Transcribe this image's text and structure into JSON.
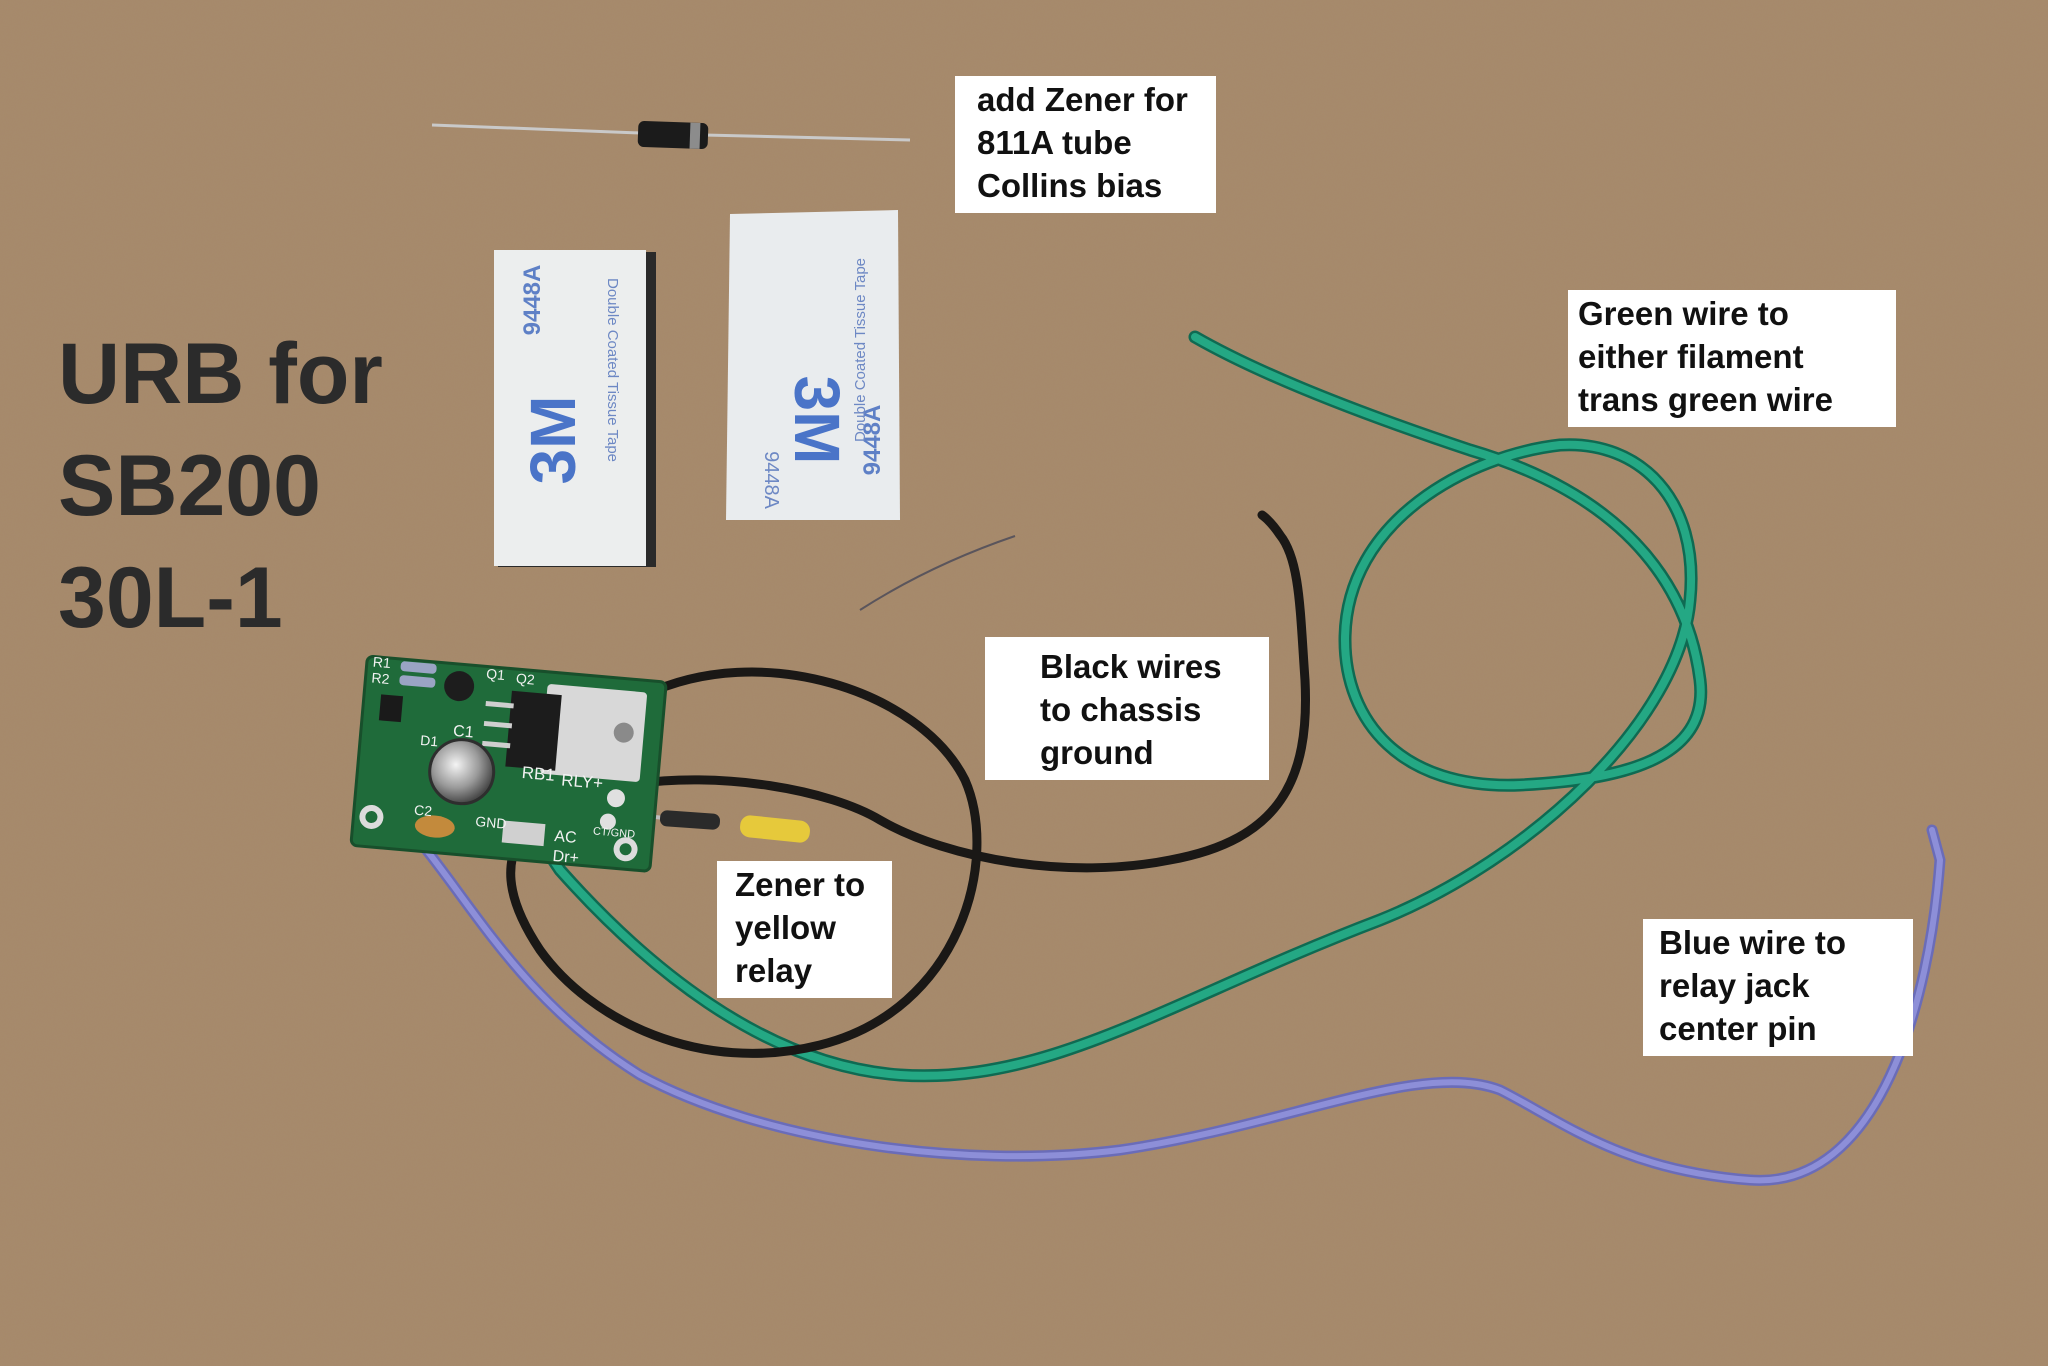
{
  "title": {
    "lines": [
      "URB for",
      "SB200",
      "30L-1"
    ]
  },
  "labels": {
    "zener_bias": [
      "add Zener for",
      "811A tube",
      "Collins bias"
    ],
    "green_wire": [
      "Green wire to",
      "either filament",
      "trans green wire"
    ],
    "black_wires": [
      "Black wires",
      "to chassis",
      "ground"
    ],
    "zener_relay": [
      "Zener to",
      "yellow",
      "relay"
    ],
    "blue_wire": [
      "Blue wire to",
      "relay jack",
      "center pin"
    ]
  },
  "tape": {
    "brand": "3M",
    "part": "9448A",
    "text": "Double Coated Tissue Tape"
  },
  "board_silkscreen": [
    "R1",
    "R2",
    "Q1",
    "Q2",
    "C1",
    "D1",
    "RB1",
    "RLY+",
    "GND",
    "AC",
    "Dr+",
    "CT/GND",
    "C2"
  ],
  "colors": {
    "paper": "#a88a6a",
    "board": "#1f6b3a",
    "green_wire": "#1e9a78",
    "blue_wire": "#8587cf",
    "black_wire": "#1c1a18",
    "label_bg": "#ffffff",
    "title_text": "#2b2b2b"
  }
}
